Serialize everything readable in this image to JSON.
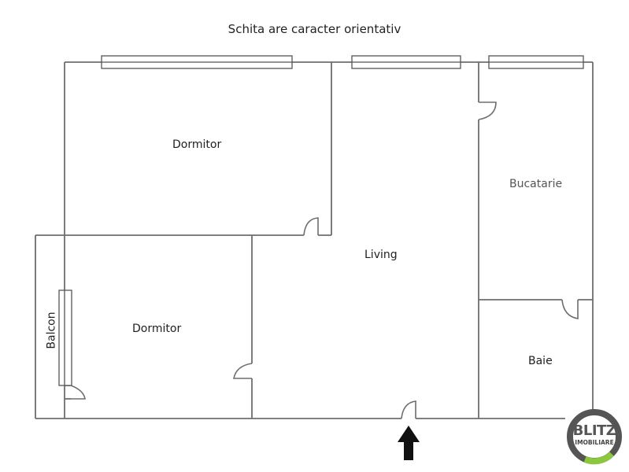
{
  "header": {
    "title": "Schita are caracter orientativ"
  },
  "rooms": [
    {
      "id": "dormitor-1",
      "label": "Dormitor"
    },
    {
      "id": "living",
      "label": "Living"
    },
    {
      "id": "bucatarie",
      "label": "Bucatarie"
    },
    {
      "id": "dormitor-2",
      "label": "Dormitor"
    },
    {
      "id": "baie",
      "label": "Baie"
    },
    {
      "id": "balcon",
      "label": "Balcon"
    }
  ],
  "entrance": {
    "icon": "entrance-arrow-icon"
  },
  "logo": {
    "line1": "BLITZ",
    "line2": "IMOBILIARE",
    "ring_color": "#555555",
    "accent_color": "#8dc63f"
  },
  "colors": {
    "wall": "#6e6e6e",
    "background": "#ffffff",
    "arrow": "#111111"
  }
}
